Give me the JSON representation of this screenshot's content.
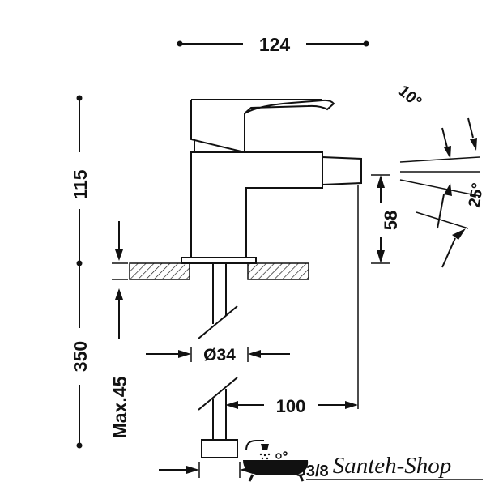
{
  "dimensions": {
    "width_top": "124",
    "height_upper": "115",
    "height_lower": "350",
    "angle_10": "10°",
    "angle_25": "25°",
    "spout_height": "58",
    "max_thickness": "Max.45",
    "hole_diameter": "Ø34",
    "reach": "100",
    "thread": "G3/8"
  },
  "watermark": {
    "text": "Santeh-Shop"
  }
}
